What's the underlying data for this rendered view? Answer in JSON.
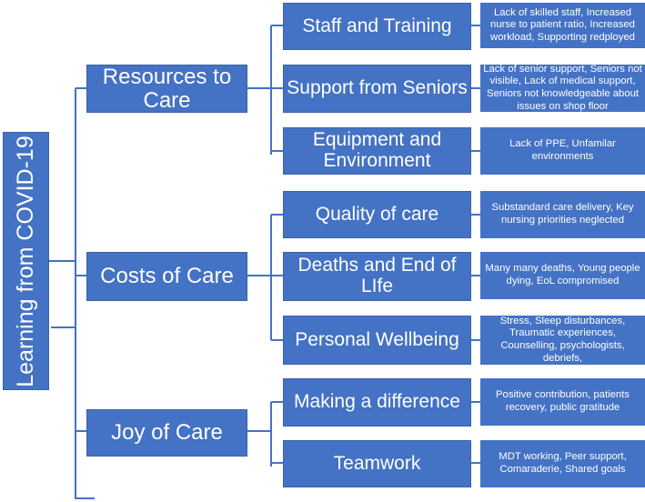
{
  "root": "Learning from COVID-19",
  "categories": [
    {
      "label": "Resources to Care",
      "subs": [
        {
          "label": "Staff and Training",
          "detail": "Lack of skilled staff, Increased nurse to patient ratio, Increased workload, Supporting redployed"
        },
        {
          "label": "Support from Seniors",
          "detail": "Lack of senior support, Seniors not visible, Lack of medical support, Seniors not knowledgeable about issues on shop floor"
        },
        {
          "label": "Equipment and Environment",
          "detail": "Lack of PPE, Unfamilar environments"
        }
      ]
    },
    {
      "label": "Costs of Care",
      "subs": [
        {
          "label": "Quality of care",
          "detail": "Substandard care delivery, Key nursing priorities neglected"
        },
        {
          "label": "Deaths and End of LIfe",
          "detail": "Many many deaths, Young people dying, EoL compromised"
        },
        {
          "label": "Personal Wellbeing",
          "detail": "Stress, Sleep disturbances, Traumatic experiences, Counselling, psychologists, debriefs,"
        }
      ]
    },
    {
      "label": "Joy of Care",
      "subs": [
        {
          "label": "Making a difference",
          "detail": "Positive contribution, patients recovery, public gratitude"
        },
        {
          "label": "Teamwork",
          "detail": "MDT working, Peer support, Comaraderie, Shared  goals"
        }
      ]
    }
  ],
  "colors": {
    "box_fill": "#4472c4",
    "connector": "#4472c4",
    "text": "#ffffff"
  }
}
